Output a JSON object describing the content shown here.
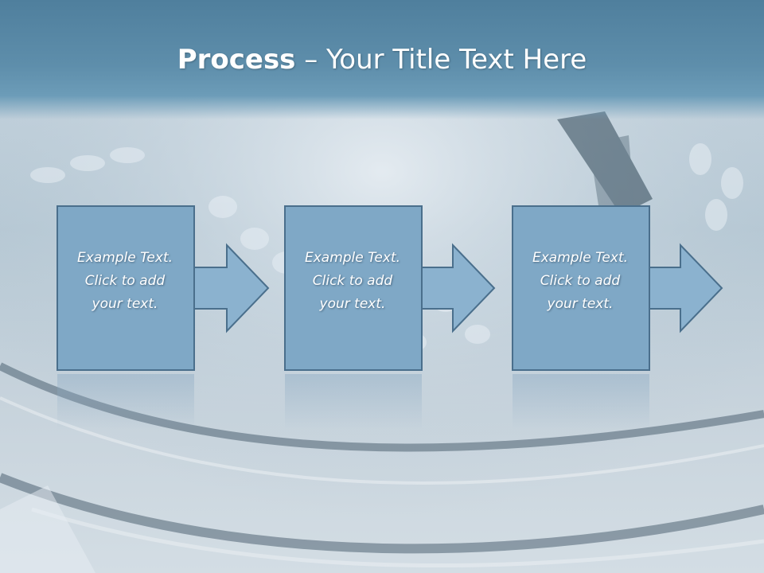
{
  "slide": {
    "title_bold": "Process",
    "title_rest": " – Your Title Text Here"
  },
  "steps": [
    {
      "line1": "Example Text.",
      "line2": "Click  to add",
      "line3": "your text."
    },
    {
      "line1": "Example Text.",
      "line2": "Click  to add",
      "line3": "your text."
    },
    {
      "line1": "Example Text.",
      "line2": "Click  to add",
      "line3": "your text."
    }
  ],
  "colors": {
    "header": "#5e8eab",
    "box_fill": "#7fa8c6",
    "box_border": "#4a6f8c",
    "arrow_fill": "#8bb2cf"
  },
  "background": {
    "description_icon": "typewriter-photo"
  }
}
